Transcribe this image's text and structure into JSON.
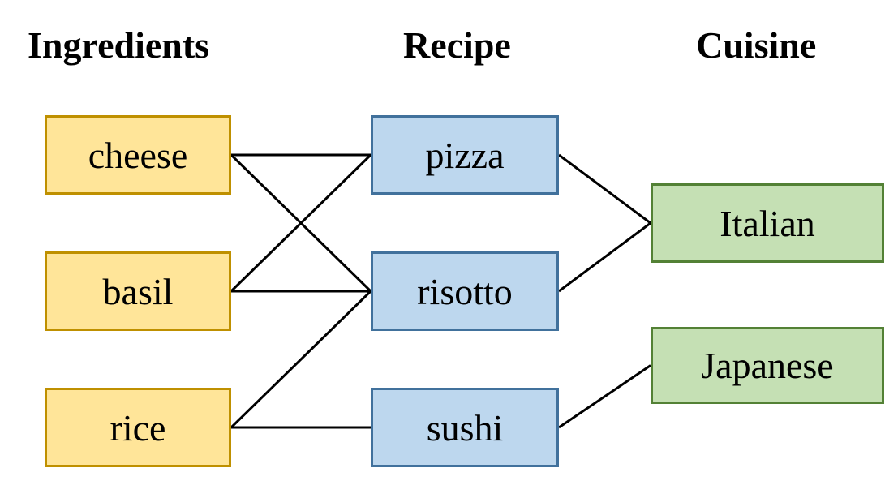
{
  "headers": {
    "ingredients": "Ingredients",
    "recipe": "Recipe",
    "cuisine": "Cuisine"
  },
  "nodes": {
    "ingredients": [
      "cheese",
      "basil",
      "rice"
    ],
    "recipes": [
      "pizza",
      "risotto",
      "sushi"
    ],
    "cuisines": [
      "Italian",
      "Japanese"
    ]
  },
  "edges": [
    {
      "from": "cheese",
      "to": "pizza"
    },
    {
      "from": "cheese",
      "to": "risotto"
    },
    {
      "from": "basil",
      "to": "pizza"
    },
    {
      "from": "basil",
      "to": "risotto"
    },
    {
      "from": "rice",
      "to": "risotto"
    },
    {
      "from": "rice",
      "to": "sushi"
    },
    {
      "from": "pizza",
      "to": "Italian"
    },
    {
      "from": "risotto",
      "to": "Italian"
    },
    {
      "from": "sushi",
      "to": "Japanese"
    }
  ],
  "colors": {
    "ingredient_fill": "#FFE599",
    "ingredient_border": "#BF9000",
    "recipe_fill": "#BDD7EE",
    "recipe_border": "#41719C",
    "cuisine_fill": "#C5E0B4",
    "cuisine_border": "#538135",
    "edge": "#000000"
  }
}
